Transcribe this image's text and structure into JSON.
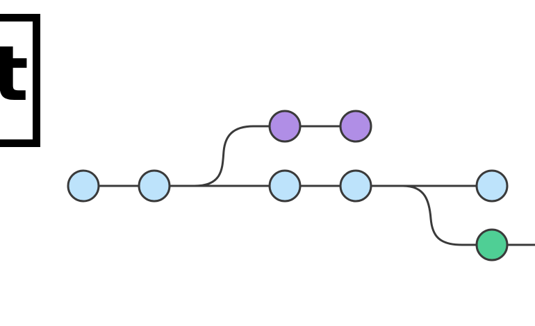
{
  "logo": {
    "text": "t"
  },
  "colors": {
    "main_commit": "#bde3fb",
    "feature_commit": "#b08ee6",
    "hotfix_commit": "#4fcf95",
    "line": "#3a3a3a",
    "frame": "#000000"
  },
  "graph": {
    "branches": [
      {
        "id": "main",
        "commit_color": "#bde3fb",
        "commits": 5
      },
      {
        "id": "feature",
        "commit_color": "#b08ee6",
        "commits": 2
      },
      {
        "id": "hotfix",
        "commit_color": "#4fcf95",
        "commits": 1
      }
    ]
  }
}
